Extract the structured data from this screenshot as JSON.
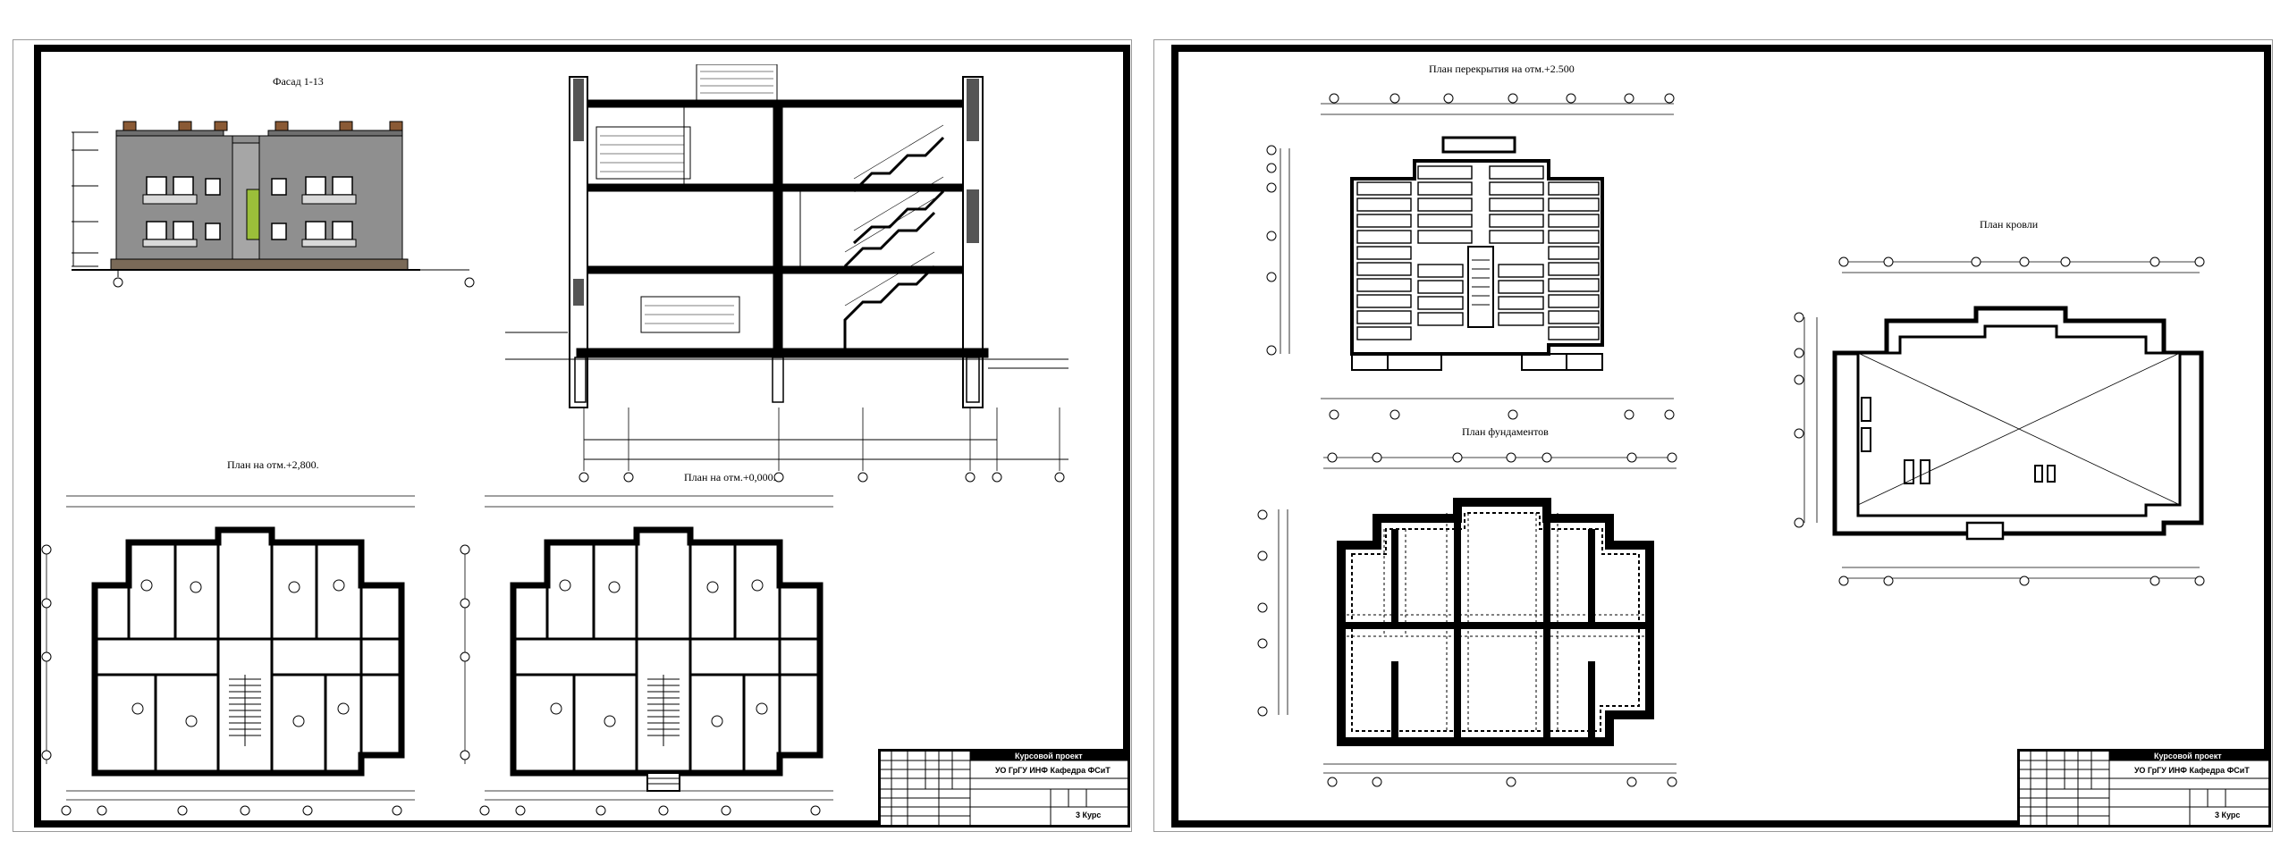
{
  "sheets": [
    {
      "titles": {
        "facade": "Фасад 1-13",
        "plan_2800": "План на отм.+2,800.",
        "plan_0000": "План на отм.+0,000."
      },
      "title_block": {
        "header": "Курсовой проект",
        "org": "УО ГрГУ ИНФ Кафедра ФСиТ",
        "course": "3 Курс"
      }
    },
    {
      "titles": {
        "slab_plan": "План перекрытия на отм.+2.500",
        "roof_plan": "План кровли",
        "foundation_plan": "План фундаментов"
      },
      "title_block": {
        "header": "Курсовой проект",
        "org": "УО ГрГУ ИНФ Кафедра ФСиТ",
        "course": "3 Курс"
      }
    }
  ],
  "colors": {
    "sheet_border": "#9a9a9a",
    "frame": "#000000",
    "facade_wall": "#8f8f8f",
    "facade_wall_dark": "#6f6f6f",
    "facade_plinth": "#7a6a58",
    "roof_brown": "#8a5a35"
  }
}
